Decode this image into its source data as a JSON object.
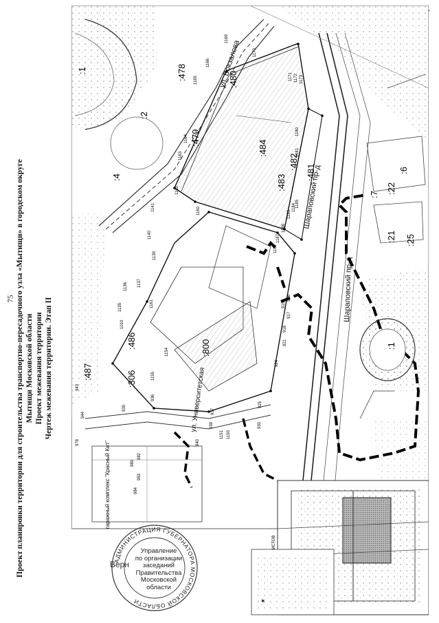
{
  "page_number": "75",
  "header": {
    "line1": "Проект планировки территории для строительства транспортно-пересадочного узла «Мытищи» в городском округе",
    "line2": "Мытищи Московской области",
    "line3": "Проект межевания территории",
    "line4": "Чертеж межевания территории. Этап II"
  },
  "map": {
    "streets": {
      "vokzalnaya": "ул. Вокзалова",
      "sharapovsky_1": "Шараповский пр-д",
      "sharapovsky_2": "Шараповский пр-д",
      "universitetskaya": "ул. Университетская"
    },
    "parcels": {
      "p478": ":478",
      "p480": ":480",
      "p479": ":479",
      "p484": ":484",
      "p483": ":483",
      "p482": ":482",
      "p481": ":481",
      "p486": ":486",
      "p487": ":487",
      "p306": ":306",
      "p800": ":800",
      "p1a": ":1",
      "p1b": ":1",
      "p2": ":2",
      "p4": ":4",
      "p6": ":6",
      "p7": ":7",
      "p22": ":22",
      "p21": ":21",
      "p25": ":25"
    },
    "points": {
      "n1163": "1163",
      "n1164": "1164",
      "n1165": "1165",
      "n1166": "1166",
      "n1169": "1169",
      "n1170": "1170",
      "n1171": "1171",
      "n1172": "1172",
      "n1173": "1173",
      "n1180": "1180",
      "n1181": "1181",
      "n1162": "1162",
      "n1160": "1160",
      "n1141": "1141",
      "n1140": "1140",
      "n1139": "1139",
      "n1137": "1137",
      "n1136": "1136",
      "n1135": "1135",
      "n1010": "1010",
      "n1161": "1161",
      "n1154": "1154",
      "n1155": "1155",
      "n915": "915",
      "n916": "916",
      "n917": "917",
      "n918": "918",
      "n921": "921",
      "n924": "924",
      "n925": "925",
      "n930": "930",
      "n935": "935",
      "n936": "936",
      "n937": "937",
      "n939": "939",
      "n940": "940",
      "n943": "943",
      "n944": "944",
      "n978": "978",
      "n980": "980",
      "n982": "982",
      "n983": "983",
      "n984": "984",
      "n1150": "1150",
      "n1151": "1151",
      "n1183": "1183",
      "n1184": "1184",
      "n1185": "1185",
      "n1186": "1186",
      "n1187": "1187",
      "n1189": "1189"
    },
    "captions": {
      "complex": "гаражный комплекс \"Красный Кит\"",
      "inset_title": "СХЕМА РАСПОЛОЖЕНИЯ ЛИСТОВ"
    }
  },
  "seal": {
    "ring_text": "АДМИНИСТРАЦИЯ ГУБЕРНАТОРА МОСКОВСКОЙ ОБЛАСТИ",
    "center_lines": [
      "Управление",
      "по организации",
      "заседаний",
      "Правительства",
      "Московской",
      "области"
    ]
  },
  "signature": "Верн",
  "corner_mark": "»"
}
